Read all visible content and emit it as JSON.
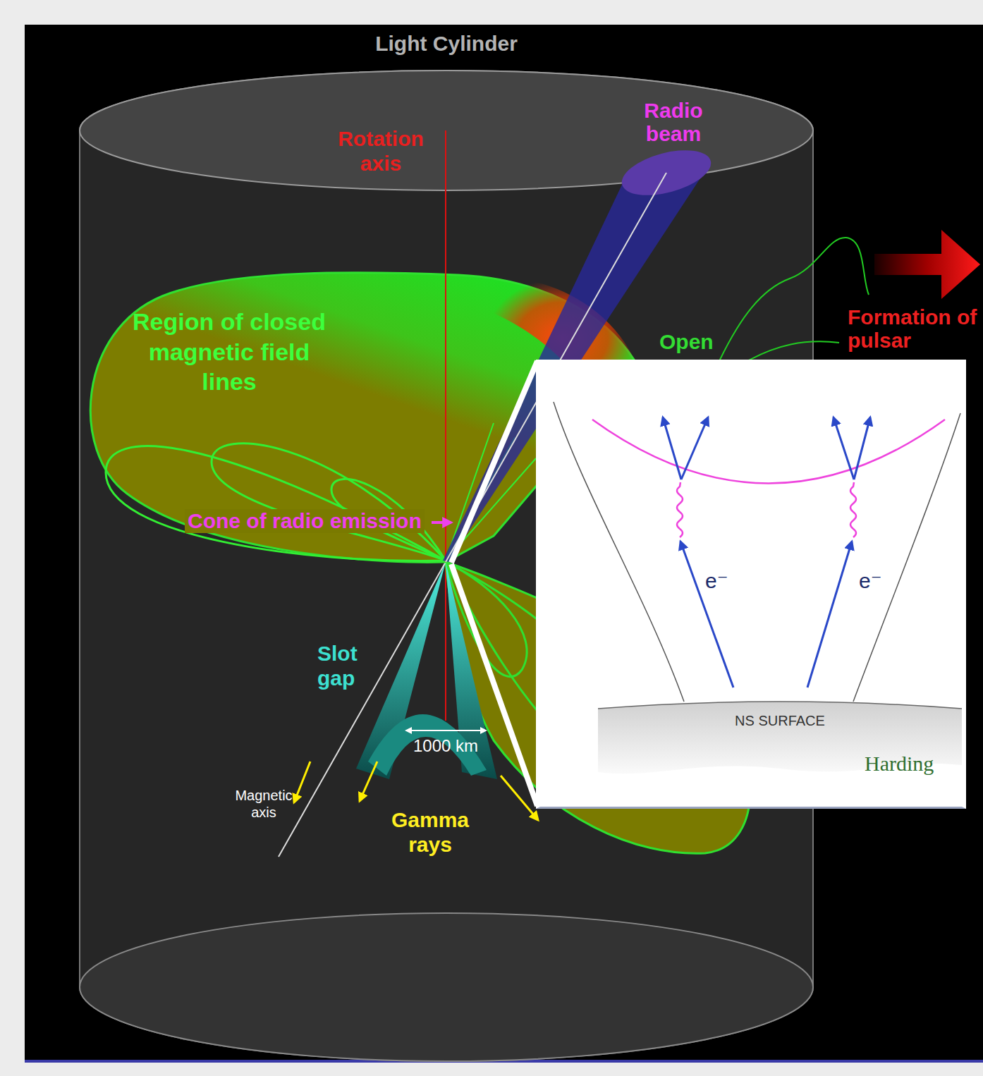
{
  "diagram": {
    "nodes": [
      {
        "text": [
          "Light Cylinder"
        ]
      },
      {
        "text": [
          "Region of closed magnetic field lines"
        ],
        "in": 0
      },
      {
        "text": [
          "Harding"
        ]
      },
      {
        "text": [
          "NS SURFACE"
        ],
        "in": 2
      }
    ],
    "labels": [
      "Radio beam",
      "Rotation axis",
      "Open",
      "Formation of pulsar",
      "Cone of radio emission",
      "Slot gap",
      "Magnetic axis",
      "Gamma rays",
      "1000 km",
      "e⁻",
      "e⁻"
    ]
  }
}
